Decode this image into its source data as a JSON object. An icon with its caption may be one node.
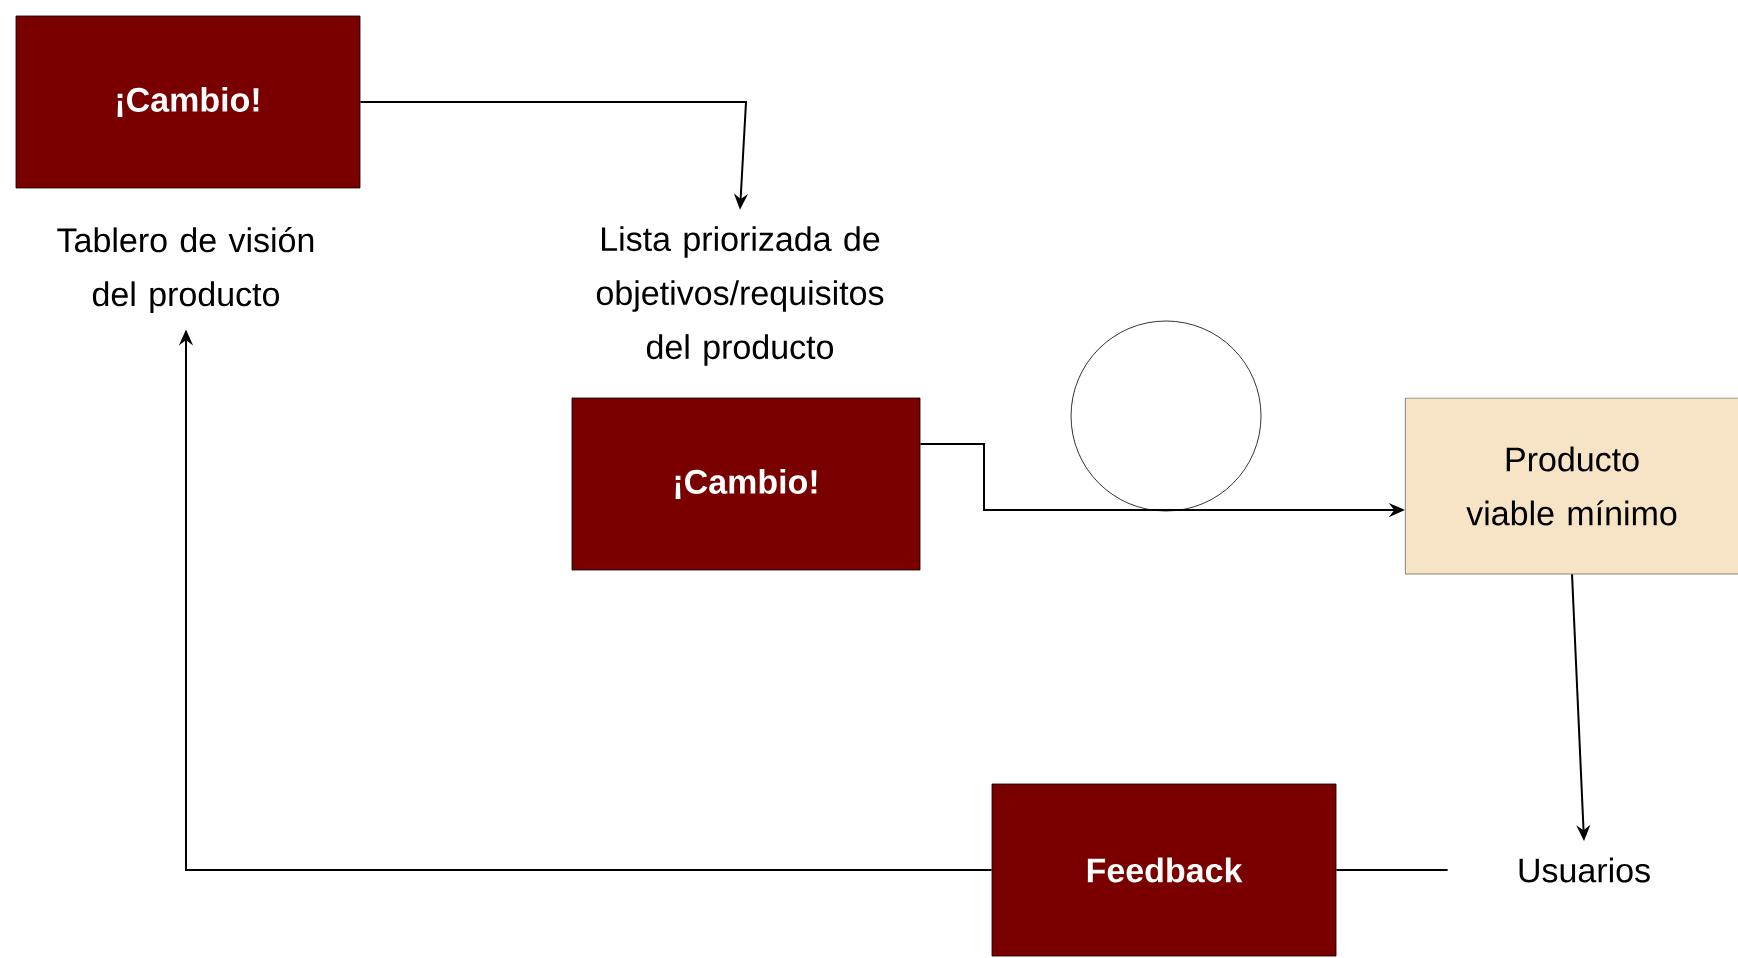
{
  "diagram": {
    "nodes": [
      {
        "text": [
          "¡Cambio!"
        ]
      },
      {
        "text": [
          "Tablero de visión del producto"
        ]
      },
      {
        "text": [
          "Lista priorizada de objetivos/requisitos del producto"
        ]
      },
      {
        "text": [
          "¡Cambio!"
        ]
      },
      {
        "text": [],
        "shape": "circle"
      },
      {
        "text": [
          "Producto viable mínimo"
        ]
      },
      {
        "text": [
          "Usuarios"
        ]
      },
      {
        "text": [
          "Feedback"
        ]
      }
    ],
    "edges": [
      {
        "from": 0,
        "to": 2,
        "arrow": "to"
      },
      {
        "from": 3,
        "to": 5,
        "arrow": "to"
      },
      {
        "from": 5,
        "to": 6,
        "arrow": "to"
      },
      {
        "from": 6,
        "to": 7,
        "arrow": "none"
      },
      {
        "from": 7,
        "to": 1,
        "arrow": "to"
      }
    ]
  }
}
